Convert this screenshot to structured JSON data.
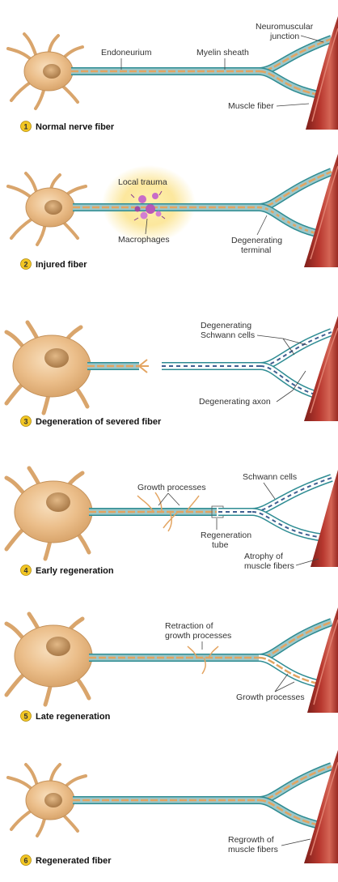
{
  "colors": {
    "cell_body": "#EBBE8A",
    "cell_body_light": "#F5D9B4",
    "nucleus": "#C99A63",
    "myelin": "#9CC7C9",
    "myelin_edge": "#2E8C93",
    "axon": "#E3A461",
    "muscle": "#A8302A",
    "muscle_light": "#D05A4E",
    "macrophage": "#C86CC8",
    "trauma_glow": "#FBE38C",
    "badge": "#F2C623"
  },
  "panels": [
    {
      "num": "1",
      "caption": "Normal nerve fiber",
      "labels": {
        "endoneurium": "Endoneurium",
        "myelin_sheath": "Myelin sheath",
        "nmj_1": "Neuromuscular",
        "nmj_2": "junction",
        "muscle_fiber": "Muscle fiber"
      }
    },
    {
      "num": "2",
      "caption": "Injured fiber",
      "labels": {
        "local_trauma": "Local trauma",
        "macrophages": "Macrophages",
        "degen_terminal_1": "Degenerating",
        "degen_terminal_2": "terminal"
      }
    },
    {
      "num": "3",
      "caption": "Degeneration of severed fiber",
      "labels": {
        "degen_schwann_1": "Degenerating",
        "degen_schwann_2": "Schwann cells",
        "degen_axon": "Degenerating axon"
      }
    },
    {
      "num": "4",
      "caption": "Early regeneration",
      "labels": {
        "growth_processes": "Growth processes",
        "schwann_cells": "Schwann cells",
        "regen_tube_1": "Regeneration",
        "regen_tube_2": "tube",
        "atrophy_1": "Atrophy of",
        "atrophy_2": "muscle fibers"
      }
    },
    {
      "num": "5",
      "caption": "Late regeneration",
      "labels": {
        "retraction_1": "Retraction of",
        "retraction_2": "growth processes",
        "growth_processes": "Growth processes"
      }
    },
    {
      "num": "6",
      "caption": "Regenerated fiber",
      "labels": {
        "regrowth_1": "Regrowth of",
        "regrowth_2": "muscle fibers"
      }
    }
  ]
}
